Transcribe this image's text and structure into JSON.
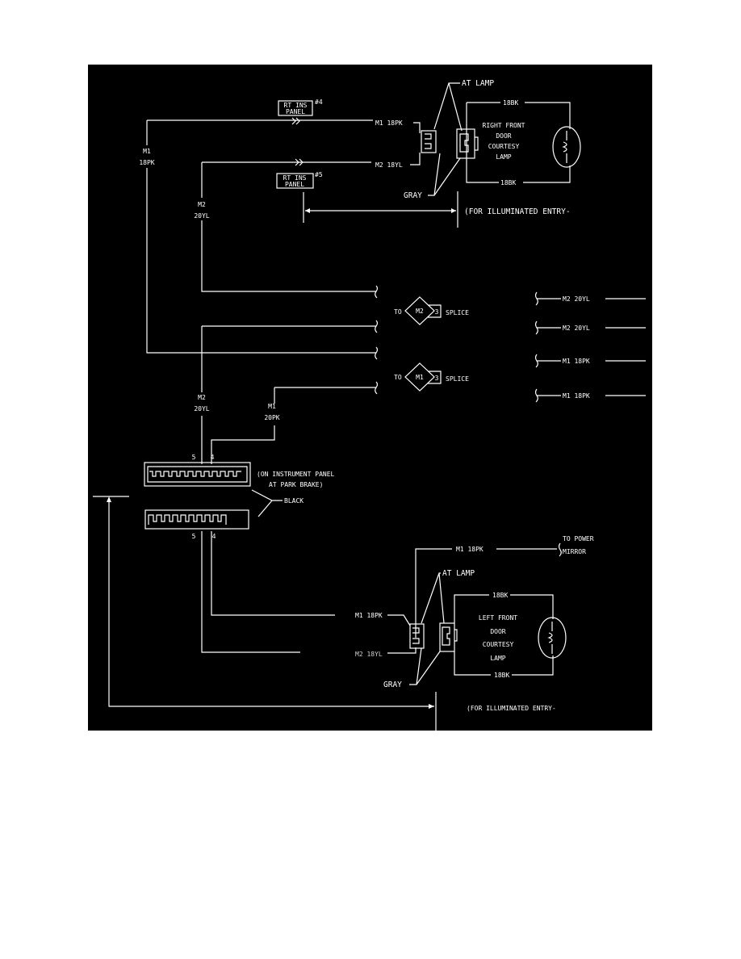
{
  "colors": {
    "background": "#000000",
    "lines": "#ffffff",
    "page": "#ffffff"
  },
  "top": {
    "at_lamp": "AT LAMP",
    "bk_top": "18BK",
    "bk_bottom": "18BK",
    "lamp_label": [
      "RIGHT FRONT",
      "DOOR",
      "COURTESY",
      "LAMP"
    ],
    "m1_wire": "M1 18PK",
    "m2_wire": "M2 18YL",
    "panel4": [
      "RT INS",
      "PANEL"
    ],
    "panel4_num": "#4",
    "panel5": [
      "RT INS",
      "PANEL"
    ],
    "panel5_num": "#5",
    "gray": "GRAY",
    "illuminated": "(FOR ILLUMINATED ENTRY-",
    "m1_left": [
      "M1",
      "18PK"
    ],
    "m2_left": [
      "M2",
      "20YL"
    ]
  },
  "splices": {
    "to": "TO",
    "m2_id": "M2",
    "m1_id": "M1",
    "num": "3",
    "splice": "SPLICE",
    "right_wires": [
      "M2 20YL",
      "M2 20YL",
      "M1 18PK",
      "M1 18PK"
    ],
    "m2_mid": [
      "M2",
      "20YL"
    ],
    "m1_mid": [
      "M1",
      "20PK"
    ]
  },
  "connector": {
    "pin5": "5",
    "pin4": "4",
    "location": [
      "(ON INSTRUMENT PANEL",
      "AT PARK BRAKE)"
    ],
    "black": "BLACK"
  },
  "bottom": {
    "m1_top": "M1 18PK",
    "power_mirror": [
      "TO POWER",
      "MIRROR"
    ],
    "at_lamp": "AT LAMP",
    "bk_top": "18BK",
    "bk_bottom": "18BK",
    "lamp_label": [
      "LEFT FRONT",
      "DOOR",
      "COURTESY",
      "LAMP"
    ],
    "m1_wire": "M1 18PK",
    "m2_wire": "M2 18YL",
    "gray": "GRAY",
    "illuminated": "(FOR ILLUMINATED ENTRY-"
  }
}
